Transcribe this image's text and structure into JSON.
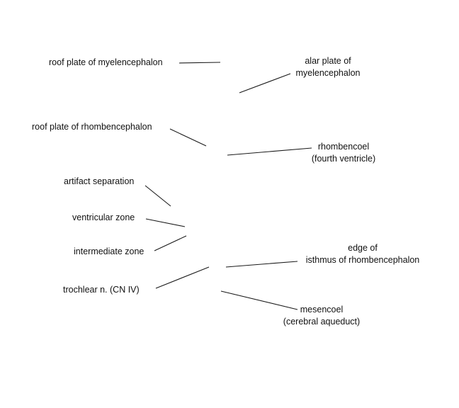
{
  "labels": {
    "roof_myel": "roof plate of myelencephalon",
    "alar_1": "alar plate of",
    "alar_2": "myelencephalon",
    "roof_rhomb": "roof plate of rhombencephalon",
    "rhombencoel_1": "rhombencoel",
    "rhombencoel_2": "(fourth ventricle)",
    "artifact": "artifact separation",
    "ventricular": "ventricular zone",
    "intermediate": "intermediate zone",
    "edge_1": "edge of",
    "edge_2": "isthmus of rhombencephalon",
    "trochlear": "trochlear n. (CN IV)",
    "mesencoel_1": "mesencoel",
    "mesencoel_2": "(cerebral aqueduct)"
  },
  "colors": {
    "background": "#ffffff",
    "text": "#111111",
    "leader_line": "#1a1a1a"
  }
}
